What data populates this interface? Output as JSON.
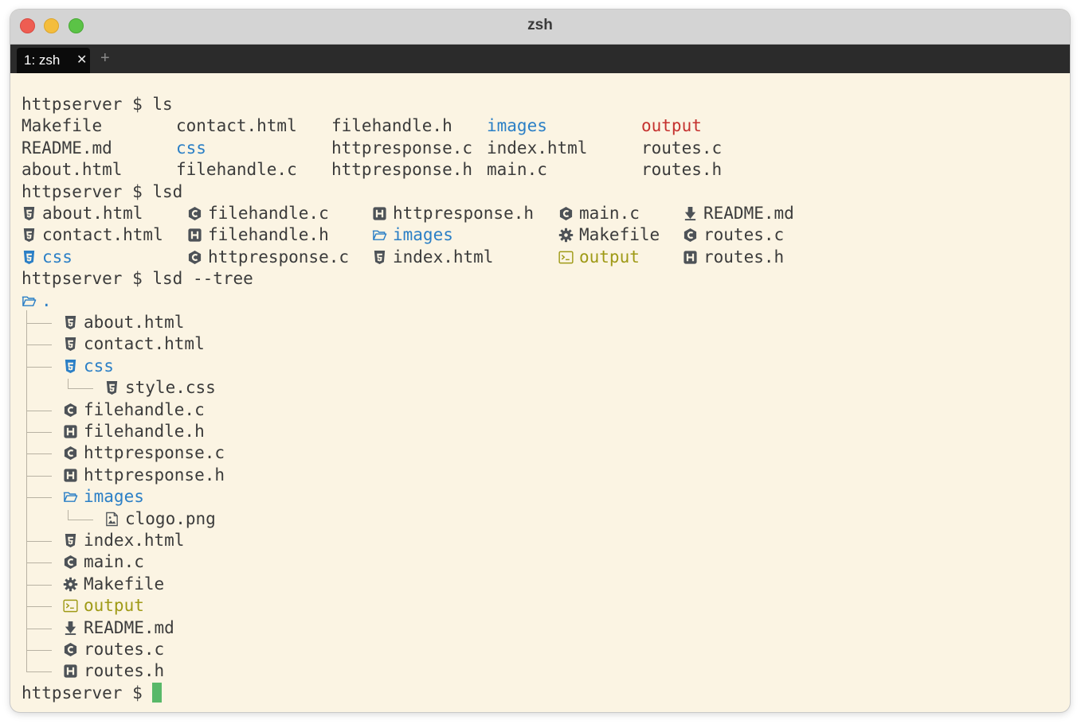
{
  "window": {
    "title": "zsh"
  },
  "tabs": [
    {
      "label": "1: zsh",
      "close": "✕"
    }
  ],
  "new_tab": "+",
  "prompt": "httpserver $",
  "commands": {
    "ls": "ls",
    "lsd": "lsd",
    "tree": "lsd --tree"
  },
  "ls_output": {
    "col1": [
      "Makefile",
      "README.md",
      "about.html"
    ],
    "col2": [
      "contact.html",
      "css",
      "filehandle.c"
    ],
    "col3": [
      "filehandle.h",
      "httpresponse.c",
      "httpresponse.h"
    ],
    "col4": [
      "images",
      "index.html",
      "main.c"
    ],
    "col5": [
      "output",
      "routes.c",
      "routes.h"
    ]
  },
  "lsd_output": [
    [
      {
        "name": "about.html",
        "icon": "html-icon"
      },
      {
        "name": "filehandle.c",
        "icon": "c-icon"
      },
      {
        "name": "httpresponse.h",
        "icon": "h-icon"
      },
      {
        "name": "main.c",
        "icon": "c-icon"
      },
      {
        "name": "README.md",
        "icon": "download-icon"
      }
    ],
    [
      {
        "name": "contact.html",
        "icon": "html-icon"
      },
      {
        "name": "filehandle.h",
        "icon": "h-icon"
      },
      {
        "name": "images",
        "icon": "folder-icon"
      },
      {
        "name": "Makefile",
        "icon": "gear-icon"
      },
      {
        "name": "routes.c",
        "icon": "c-icon"
      }
    ],
    [
      {
        "name": "css",
        "icon": "css-icon"
      },
      {
        "name": "httpresponse.c",
        "icon": "c-icon"
      },
      {
        "name": "index.html",
        "icon": "html-icon"
      },
      {
        "name": "output",
        "icon": "terminal-icon"
      },
      {
        "name": "routes.h",
        "icon": "h-icon"
      }
    ]
  ],
  "tree": {
    "root": ".",
    "items": [
      {
        "name": "about.html",
        "icon": "html-icon",
        "depth": 1
      },
      {
        "name": "contact.html",
        "icon": "html-icon",
        "depth": 1
      },
      {
        "name": "css",
        "icon": "css-icon",
        "depth": 1
      },
      {
        "name": "style.css",
        "icon": "html-icon",
        "depth": 2
      },
      {
        "name": "filehandle.c",
        "icon": "c-icon",
        "depth": 1
      },
      {
        "name": "filehandle.h",
        "icon": "h-icon",
        "depth": 1
      },
      {
        "name": "httpresponse.c",
        "icon": "c-icon",
        "depth": 1
      },
      {
        "name": "httpresponse.h",
        "icon": "h-icon",
        "depth": 1
      },
      {
        "name": "images",
        "icon": "folder-icon",
        "depth": 1
      },
      {
        "name": "clogo.png",
        "icon": "image-icon",
        "depth": 2
      },
      {
        "name": "index.html",
        "icon": "html-icon",
        "depth": 1
      },
      {
        "name": "main.c",
        "icon": "c-icon",
        "depth": 1
      },
      {
        "name": "Makefile",
        "icon": "gear-icon",
        "depth": 1
      },
      {
        "name": "output",
        "icon": "terminal-icon",
        "depth": 1
      },
      {
        "name": "README.md",
        "icon": "download-icon",
        "depth": 1
      },
      {
        "name": "routes.c",
        "icon": "c-icon",
        "depth": 1
      },
      {
        "name": "routes.h",
        "icon": "h-icon",
        "depth": 1
      }
    ]
  },
  "colors": {
    "text": "#3b3b3b",
    "directory": "#2b7fc6",
    "executable_ls": "#c5322f",
    "executable_lsd": "#9f9a16",
    "cursor": "#58b869",
    "background": "#fbf4e3"
  }
}
